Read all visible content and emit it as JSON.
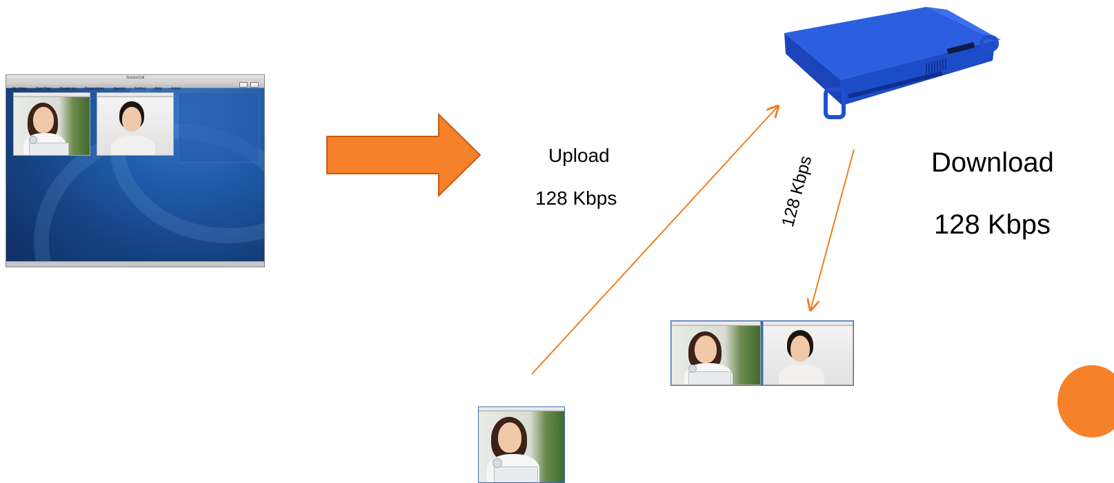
{
  "app_window": {
    "title": "SessionCall",
    "menu": [
      "My Video",
      "Text Chat",
      "People (x)",
      "Presentation",
      "Agenda",
      "Setting",
      "Help",
      "Admin"
    ]
  },
  "labels": {
    "upload_title": "Upload",
    "upload_rate": "128 Kbps",
    "download_title": "Download",
    "download_rate": "128 Kbps",
    "link_rate": "128 Kbps"
  },
  "colors": {
    "accent_orange": "#f5822a",
    "line_orange": "#f07c1e",
    "server_blue": "#1e50c8",
    "window_blue": "#1f5aa8"
  },
  "icons": {
    "big_arrow": "right-arrow-icon",
    "server": "rack-server-icon"
  }
}
